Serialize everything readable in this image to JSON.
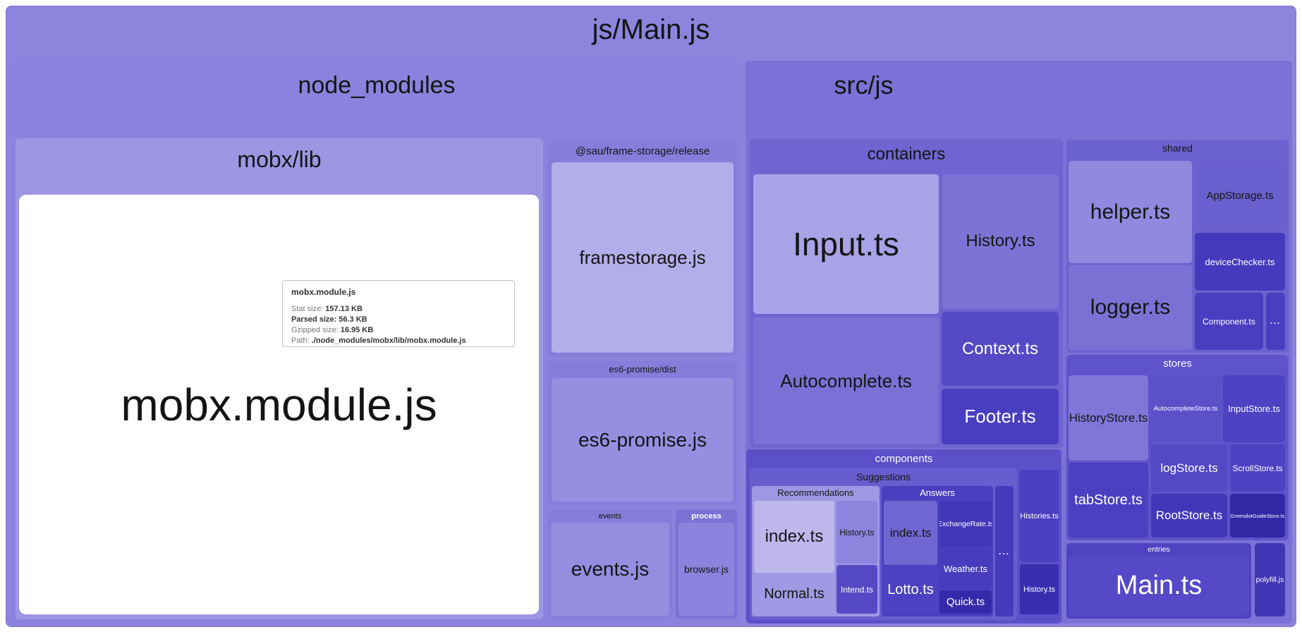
{
  "palette": {
    "root_bg": "#8c84dd",
    "light_module_bg": "#b3ade9",
    "dark_module_bg": "#4a3ec0",
    "darkest_module_bg": "#3028a5",
    "hover_module_bg": "#ffffff",
    "label_dark": "#141414",
    "label_light": "#ffffff"
  },
  "treemap": {
    "root_title": "js/Main.js",
    "node_modules": {
      "title": "node_modules",
      "mobx_lib": {
        "title": "mobx/lib",
        "module": "mobx.module.js"
      },
      "sau": {
        "title": "@sau/frame-storage/release",
        "module": "framestorage.js"
      },
      "es6": {
        "title": "es6-promise/dist",
        "module": "es6-promise.js"
      },
      "events": {
        "title": "events",
        "module": "events.js"
      },
      "process": {
        "title": "process",
        "module": "browser.js"
      }
    },
    "src_js": {
      "title": "src/js",
      "containers": {
        "title": "containers",
        "input": "Input.ts",
        "history": "History.ts",
        "autocomplete": "Autocomplete.ts",
        "context": "Context.ts",
        "footer": "Footer.ts"
      },
      "components": {
        "title": "components",
        "suggestions": {
          "title": "Suggestions",
          "recommendations": {
            "title": "Recommendations",
            "index": "index.ts",
            "history": "History.ts",
            "normal": "Normal.ts",
            "intend": "Intend.ts"
          },
          "answers": {
            "title": "Answers",
            "index": "index.ts",
            "exchange_rate": "ExchangeRate.ts",
            "weather": "Weather.ts",
            "lotto": "Lotto.ts",
            "quick": "Quick.ts"
          },
          "more": "..."
        },
        "histories": "Histories.ts",
        "history": "History.ts"
      },
      "shared": {
        "title": "shared",
        "helper": "helper.ts",
        "app_storage": "AppStorage.ts",
        "device_checker": "deviceChecker.ts",
        "logger": "logger.ts",
        "component": "Component.ts",
        "more": "..."
      },
      "stores": {
        "title": "stores",
        "history_store": "HistoryStore.ts",
        "autocomplete_store": "AutocompleteStore.ts",
        "input_store": "InputStore.ts",
        "log_store": "logStore.ts",
        "scroll_store": "ScrollStore.ts",
        "tab_store": "tabStore.ts",
        "root_store": "RootStore.ts",
        "greendot_guide_store": "GreendotGuideStore.ts"
      },
      "entries": {
        "title": "entries",
        "main": "Main.ts"
      },
      "polyfill": "polyfill.js"
    }
  },
  "tooltip": {
    "title": "mobx.module.js",
    "rows": [
      {
        "label": "Stat size: ",
        "value": "157.13 KB"
      },
      {
        "label": "Parsed size: ",
        "value": "56.3 KB"
      },
      {
        "label": "Gzipped size: ",
        "value": "16.95 KB"
      },
      {
        "label": "Path: ",
        "value": "./node_modules/mobx/lib/mobx.module.js"
      }
    ]
  },
  "chart_data": {
    "type": "treemap",
    "title": "js/Main.js",
    "tree": {
      "name": "js/Main.js",
      "children": [
        {
          "name": "node_modules",
          "children": [
            {
              "name": "mobx/lib",
              "children": [
                {
                  "name": "mobx.module.js",
                  "stat_size_kb": 157.13,
                  "parsed_size_kb": 56.3,
                  "gzipped_size_kb": 16.95,
                  "path": "./node_modules/mobx/lib/mobx.module.js",
                  "hovered": true
                }
              ]
            },
            {
              "name": "@sau/frame-storage/release",
              "children": [
                {
                  "name": "framestorage.js"
                }
              ]
            },
            {
              "name": "es6-promise/dist",
              "children": [
                {
                  "name": "es6-promise.js"
                }
              ]
            },
            {
              "name": "events",
              "children": [
                {
                  "name": "events.js"
                }
              ]
            },
            {
              "name": "process",
              "children": [
                {
                  "name": "browser.js"
                }
              ]
            }
          ]
        },
        {
          "name": "src/js",
          "children": [
            {
              "name": "containers",
              "children": [
                {
                  "name": "Input.ts"
                },
                {
                  "name": "History.ts"
                },
                {
                  "name": "Autocomplete.ts"
                },
                {
                  "name": "Context.ts"
                },
                {
                  "name": "Footer.ts"
                }
              ]
            },
            {
              "name": "components",
              "children": [
                {
                  "name": "Suggestions",
                  "children": [
                    {
                      "name": "Recommendations",
                      "children": [
                        {
                          "name": "index.ts"
                        },
                        {
                          "name": "History.ts"
                        },
                        {
                          "name": "Normal.ts"
                        },
                        {
                          "name": "Intend.ts"
                        }
                      ]
                    },
                    {
                      "name": "Answers",
                      "children": [
                        {
                          "name": "index.ts"
                        },
                        {
                          "name": "ExchangeRate.ts"
                        },
                        {
                          "name": "Weather.ts"
                        },
                        {
                          "name": "Lotto.ts"
                        },
                        {
                          "name": "Quick.ts"
                        }
                      ]
                    },
                    {
                      "name": "..."
                    }
                  ]
                },
                {
                  "name": "Histories.ts"
                },
                {
                  "name": "History.ts"
                }
              ]
            },
            {
              "name": "shared",
              "children": [
                {
                  "name": "helper.ts"
                },
                {
                  "name": "AppStorage.ts"
                },
                {
                  "name": "deviceChecker.ts"
                },
                {
                  "name": "logger.ts"
                },
                {
                  "name": "Component.ts"
                },
                {
                  "name": "..."
                }
              ]
            },
            {
              "name": "stores",
              "children": [
                {
                  "name": "HistoryStore.ts"
                },
                {
                  "name": "AutocompleteStore.ts"
                },
                {
                  "name": "InputStore.ts"
                },
                {
                  "name": "logStore.ts"
                },
                {
                  "name": "ScrollStore.ts"
                },
                {
                  "name": "tabStore.ts"
                },
                {
                  "name": "RootStore.ts"
                },
                {
                  "name": "GreendotGuideStore.ts"
                }
              ]
            },
            {
              "name": "entries",
              "children": [
                {
                  "name": "Main.ts"
                }
              ]
            },
            {
              "name": "polyfill.js"
            }
          ]
        }
      ]
    }
  }
}
